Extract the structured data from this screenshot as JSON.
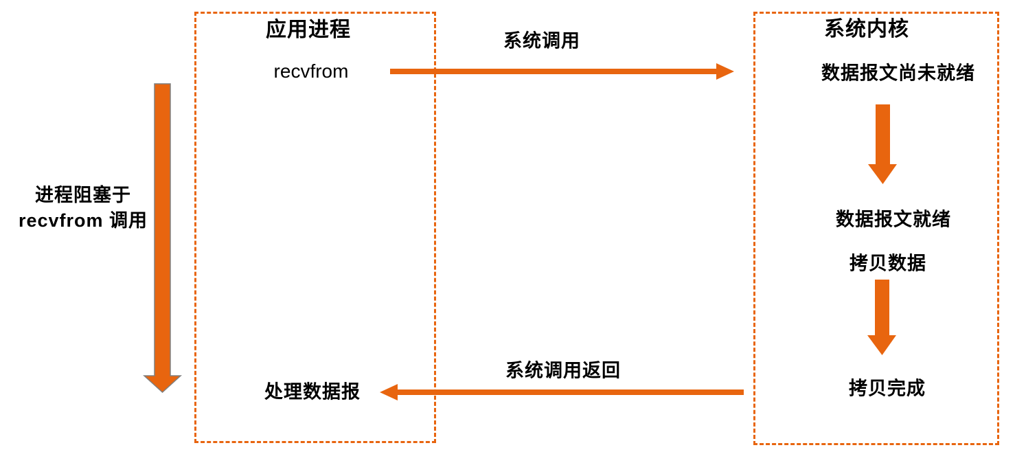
{
  "colors": {
    "accent": "#E8650F",
    "outline": "#7F7F7F",
    "text": "#000000"
  },
  "left_annotation": {
    "line1": "进程阻塞于",
    "line2": "recvfrom 调用"
  },
  "app_box": {
    "title": "应用进程",
    "call_label": "recvfrom",
    "handle_label": "处理数据报"
  },
  "kernel_box": {
    "title": "系统内核",
    "state_not_ready": "数据报文尚未就绪",
    "state_ready": "数据报文就绪",
    "copy_start": "拷贝数据",
    "copy_done": "拷贝完成"
  },
  "arrows": {
    "syscall_label": "系统调用",
    "syscall_return_label": "系统调用返回"
  }
}
